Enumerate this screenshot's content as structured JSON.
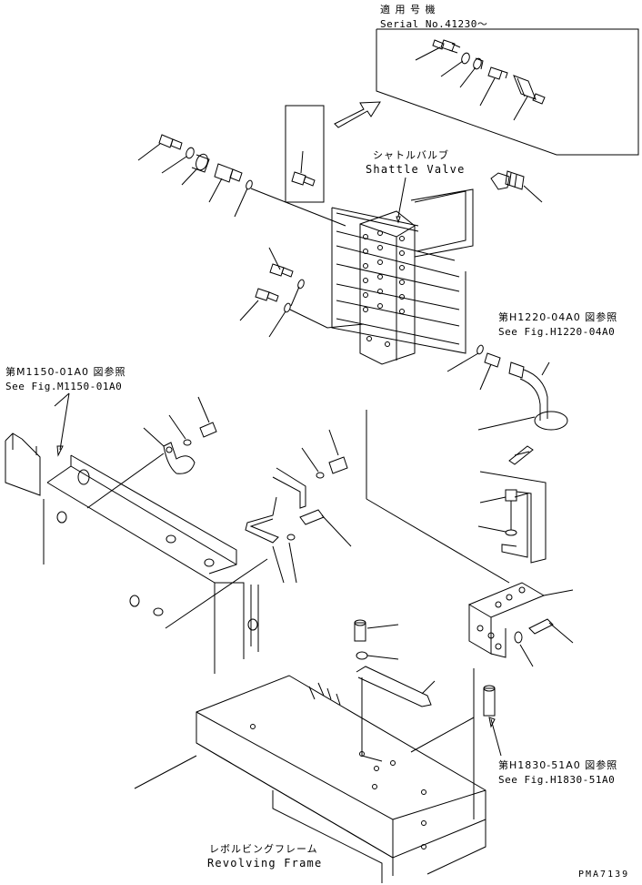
{
  "labels": {
    "applicable_serial_jp": "適 用 号 機",
    "applicable_serial": "Serial No.41230～",
    "shuttle_valve_jp": "シャトルバルブ",
    "shuttle_valve": "Shattle Valve",
    "ref_h1220_jp": "第H1220-04A0 図参照",
    "ref_h1220": "See Fig.H1220-04A0",
    "ref_m1150_jp": "第M1150-01A0 図参照",
    "ref_m1150": "See Fig.M1150-01A0",
    "ref_h1830_jp": "第H1830-51A0 図参照",
    "ref_h1830": "See Fig.H1830-51A0",
    "revolving_frame_jp": "レボルビングフレーム",
    "revolving_frame": "Revolving Frame",
    "drawing_number": "PMA7139"
  }
}
